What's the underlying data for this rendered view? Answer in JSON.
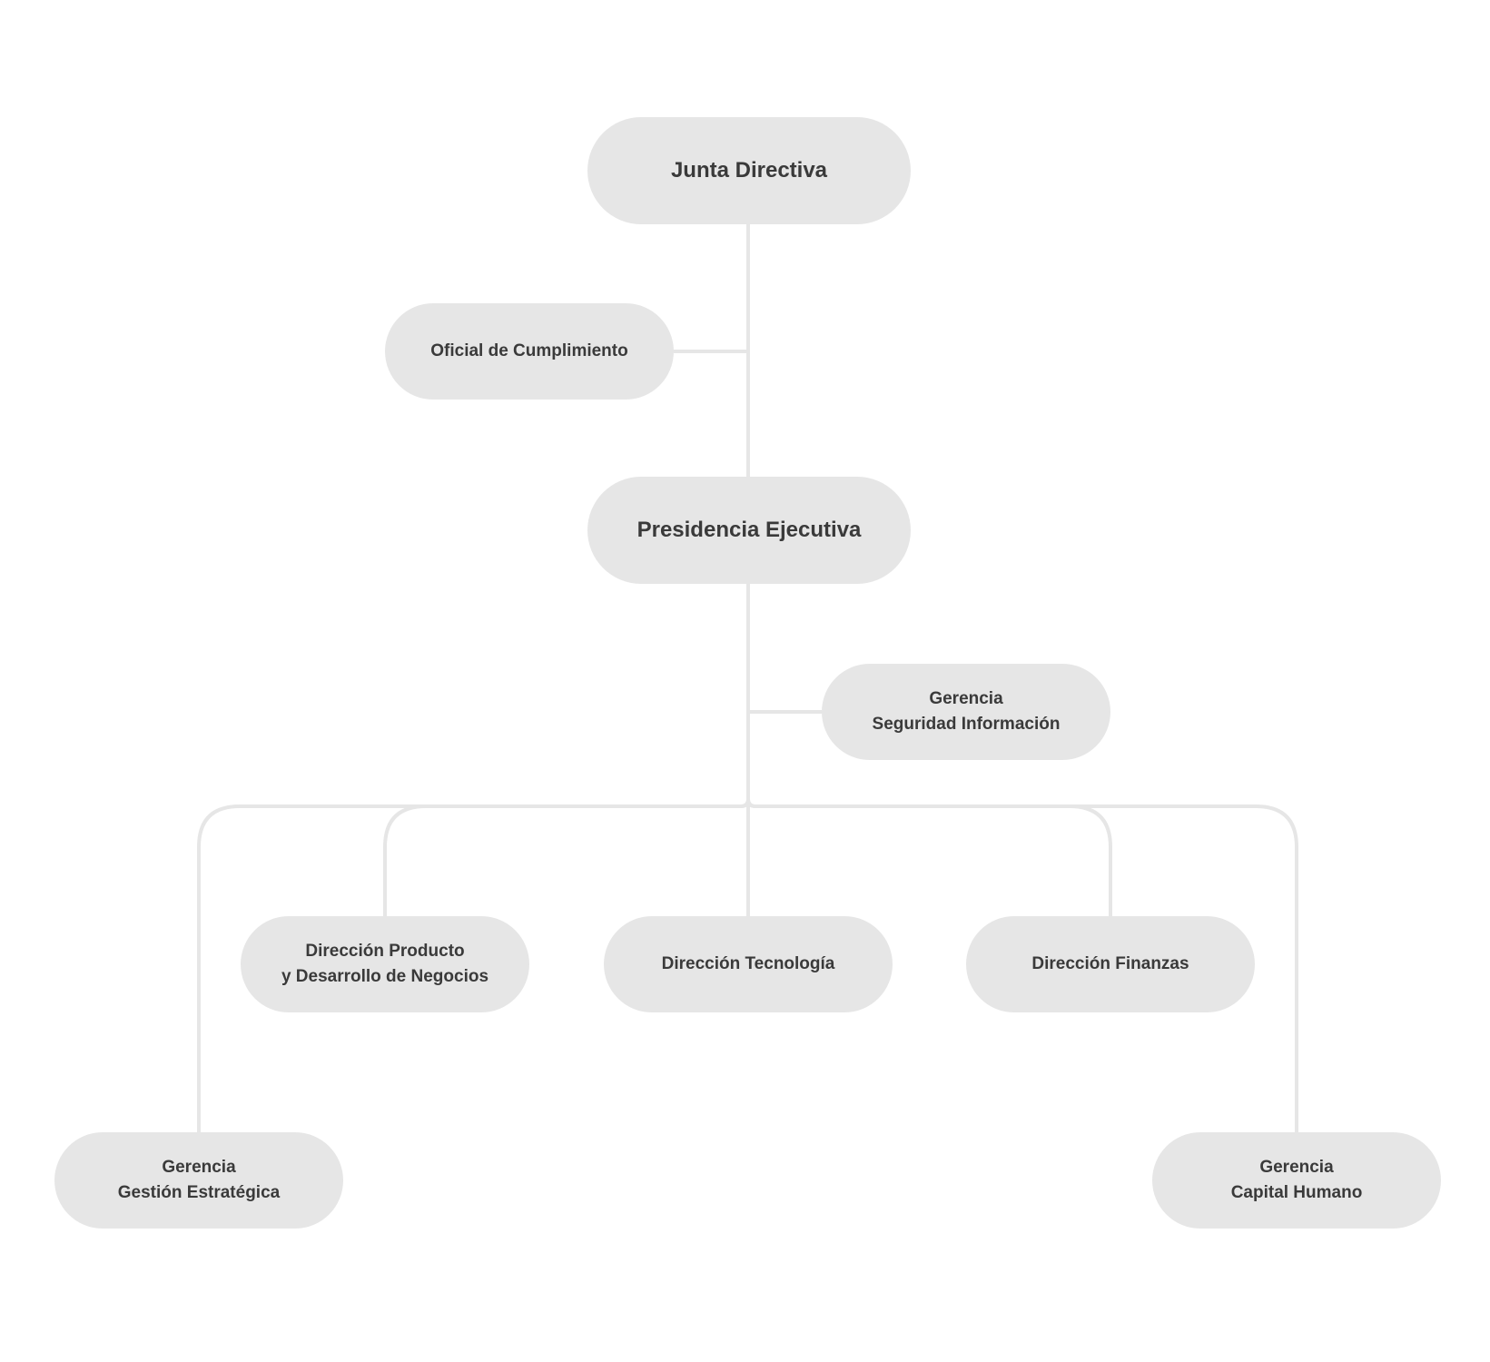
{
  "nodes": {
    "junta": {
      "lines": [
        "Junta Directiva"
      ]
    },
    "oficial": {
      "lines": [
        "Oficial de Cumplimiento"
      ]
    },
    "presidencia": {
      "lines": [
        "Presidencia Ejecutiva"
      ]
    },
    "seguridad": {
      "lines": [
        "Gerencia",
        "Seguridad Información"
      ]
    },
    "producto": {
      "lines": [
        "Dirección Producto",
        "y Desarrollo de Negocios"
      ]
    },
    "tecnologia": {
      "lines": [
        "Dirección Tecnología"
      ]
    },
    "finanzas": {
      "lines": [
        "Dirección Finanzas"
      ]
    },
    "estrategica": {
      "lines": [
        "Gerencia",
        "Gestión Estratégica"
      ]
    },
    "capital": {
      "lines": [
        "Gerencia",
        "Capital Humano"
      ]
    }
  },
  "colors": {
    "node_fill": "#e6e6e6",
    "connector": "#e6e6e6",
    "text": "#3a3a3a",
    "background": "#ffffff"
  }
}
